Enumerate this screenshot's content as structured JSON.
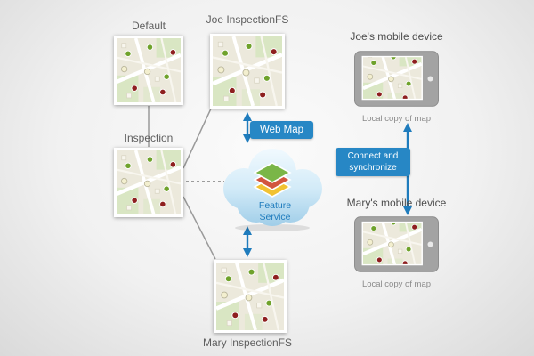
{
  "colors": {
    "accent_blue": "#2787c5",
    "arrow_blue": "#1f7cbd",
    "line_gray": "#9a9a9a"
  },
  "maps": {
    "default": {
      "label": "Default"
    },
    "joe_fs": {
      "label": "Joe InspectionFS"
    },
    "inspection": {
      "label": "Inspection"
    },
    "mary_fs": {
      "label": "Mary InspectionFS"
    }
  },
  "cloud": {
    "badge": "Web Map",
    "service_label": "Feature Service"
  },
  "sync": {
    "label": "Connect and synchronize"
  },
  "devices": {
    "joe": {
      "label": "Joe's mobile device",
      "caption": "Local copy of map"
    },
    "mary": {
      "label": "Mary's mobile device",
      "caption": "Local copy of map"
    }
  }
}
